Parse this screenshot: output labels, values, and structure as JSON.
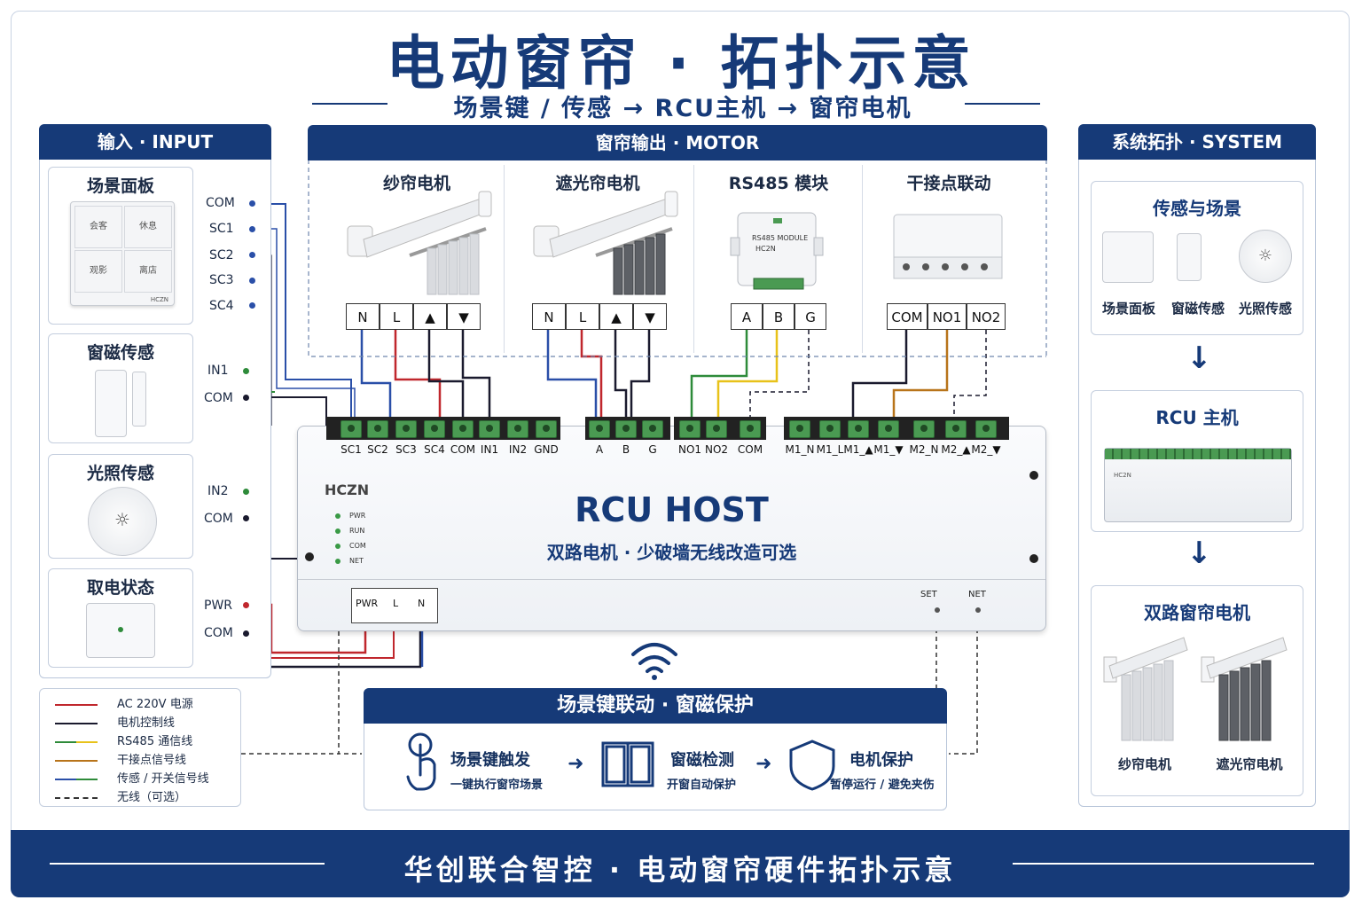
{
  "header": {
    "title": "电动窗帘 · 拓扑示意",
    "subtitle": "场景键 / 传感 → RCU主机 → 窗帘电机"
  },
  "input_panel": {
    "title": "输入 · INPUT",
    "scene_panel": {
      "title": "场景面板",
      "buttons": [
        "会客",
        "休息",
        "观影",
        "离店"
      ],
      "brand": "HCZN",
      "ports": [
        "COM",
        "SC1",
        "SC2",
        "SC3",
        "SC4"
      ]
    },
    "door_sensor": {
      "title": "窗磁传感",
      "ports": [
        "IN1",
        "COM"
      ]
    },
    "light_sensor": {
      "title": "光照传感",
      "ports": [
        "IN2",
        "COM"
      ]
    },
    "power_state": {
      "title": "取电状态",
      "ports": [
        "PWR",
        "COM"
      ]
    }
  },
  "motor_panel": {
    "title": "窗帘输出 · MOTOR",
    "groups": [
      {
        "title": "纱帘电机",
        "terminals": [
          "N",
          "L",
          "▲",
          "▼"
        ]
      },
      {
        "title": "遮光帘电机",
        "terminals": [
          "N",
          "L",
          "▲",
          "▼"
        ]
      },
      {
        "title": "RS485 模块",
        "terminals": [
          "A",
          "B",
          "G"
        ],
        "module_text": "RS485 MODULE",
        "module_brand": "HC2N"
      },
      {
        "title": "干接点联动",
        "terminals": [
          "COM",
          "NO1",
          "NO2"
        ]
      }
    ]
  },
  "host": {
    "brand": "HCZN",
    "title": "RCU HOST",
    "subtitle": "双路电机 · 少破墙无线改造可选",
    "leds": [
      "PWR",
      "RUN",
      "COM",
      "NET"
    ],
    "top_terminals": [
      "SC1",
      "SC2",
      "SC3",
      "SC4",
      "COM",
      "IN1",
      "IN2",
      "GND",
      "A",
      "B",
      "G",
      "NO1",
      "NO2",
      "COM",
      "M1_N",
      "M1_L",
      "M1_▲",
      "M1_▼",
      "M2_N",
      "M2_▲",
      "M2_▼"
    ],
    "power_labels": [
      "PWR",
      "L",
      "N"
    ],
    "buttons": [
      "SET",
      "NET"
    ]
  },
  "system_panel": {
    "title": "系统拓扑 · SYSTEM",
    "sensors": {
      "title": "传感与场景",
      "labels": [
        "场景面板",
        "窗磁传感",
        "光照传感"
      ]
    },
    "rcu": {
      "title": "RCU 主机",
      "brand": "HC2N"
    },
    "motors": {
      "title": "双路窗帘电机",
      "labels": [
        "纱帘电机",
        "遮光帘电机"
      ]
    }
  },
  "legend": [
    {
      "label": "AC 220V 电源",
      "color": "#c0272d"
    },
    {
      "label": "电机控制线",
      "color": "#1a1a2e"
    },
    {
      "label": "RS485 通信线",
      "color": "#2e8b3a",
      "color2": "#e8c21a"
    },
    {
      "label": "干接点信号线",
      "color": "#b8741a"
    },
    {
      "label": "传感 / 开关信号线",
      "color": "#2a4fa8",
      "color2": "#2e8b3a"
    },
    {
      "label": "无线（可选）",
      "color": "#333333"
    }
  ],
  "features": {
    "title": "场景键联动 · 窗磁保护",
    "items": [
      {
        "title": "场景键触发",
        "sub": "一键执行窗帘场景"
      },
      {
        "title": "窗磁检测",
        "sub": "开窗自动保护"
      },
      {
        "title": "电机保护",
        "sub": "暂停运行 / 避免夹伤"
      }
    ]
  },
  "footer": {
    "text": "华创联合智控 · 电动窗帘硬件拓扑示意"
  }
}
